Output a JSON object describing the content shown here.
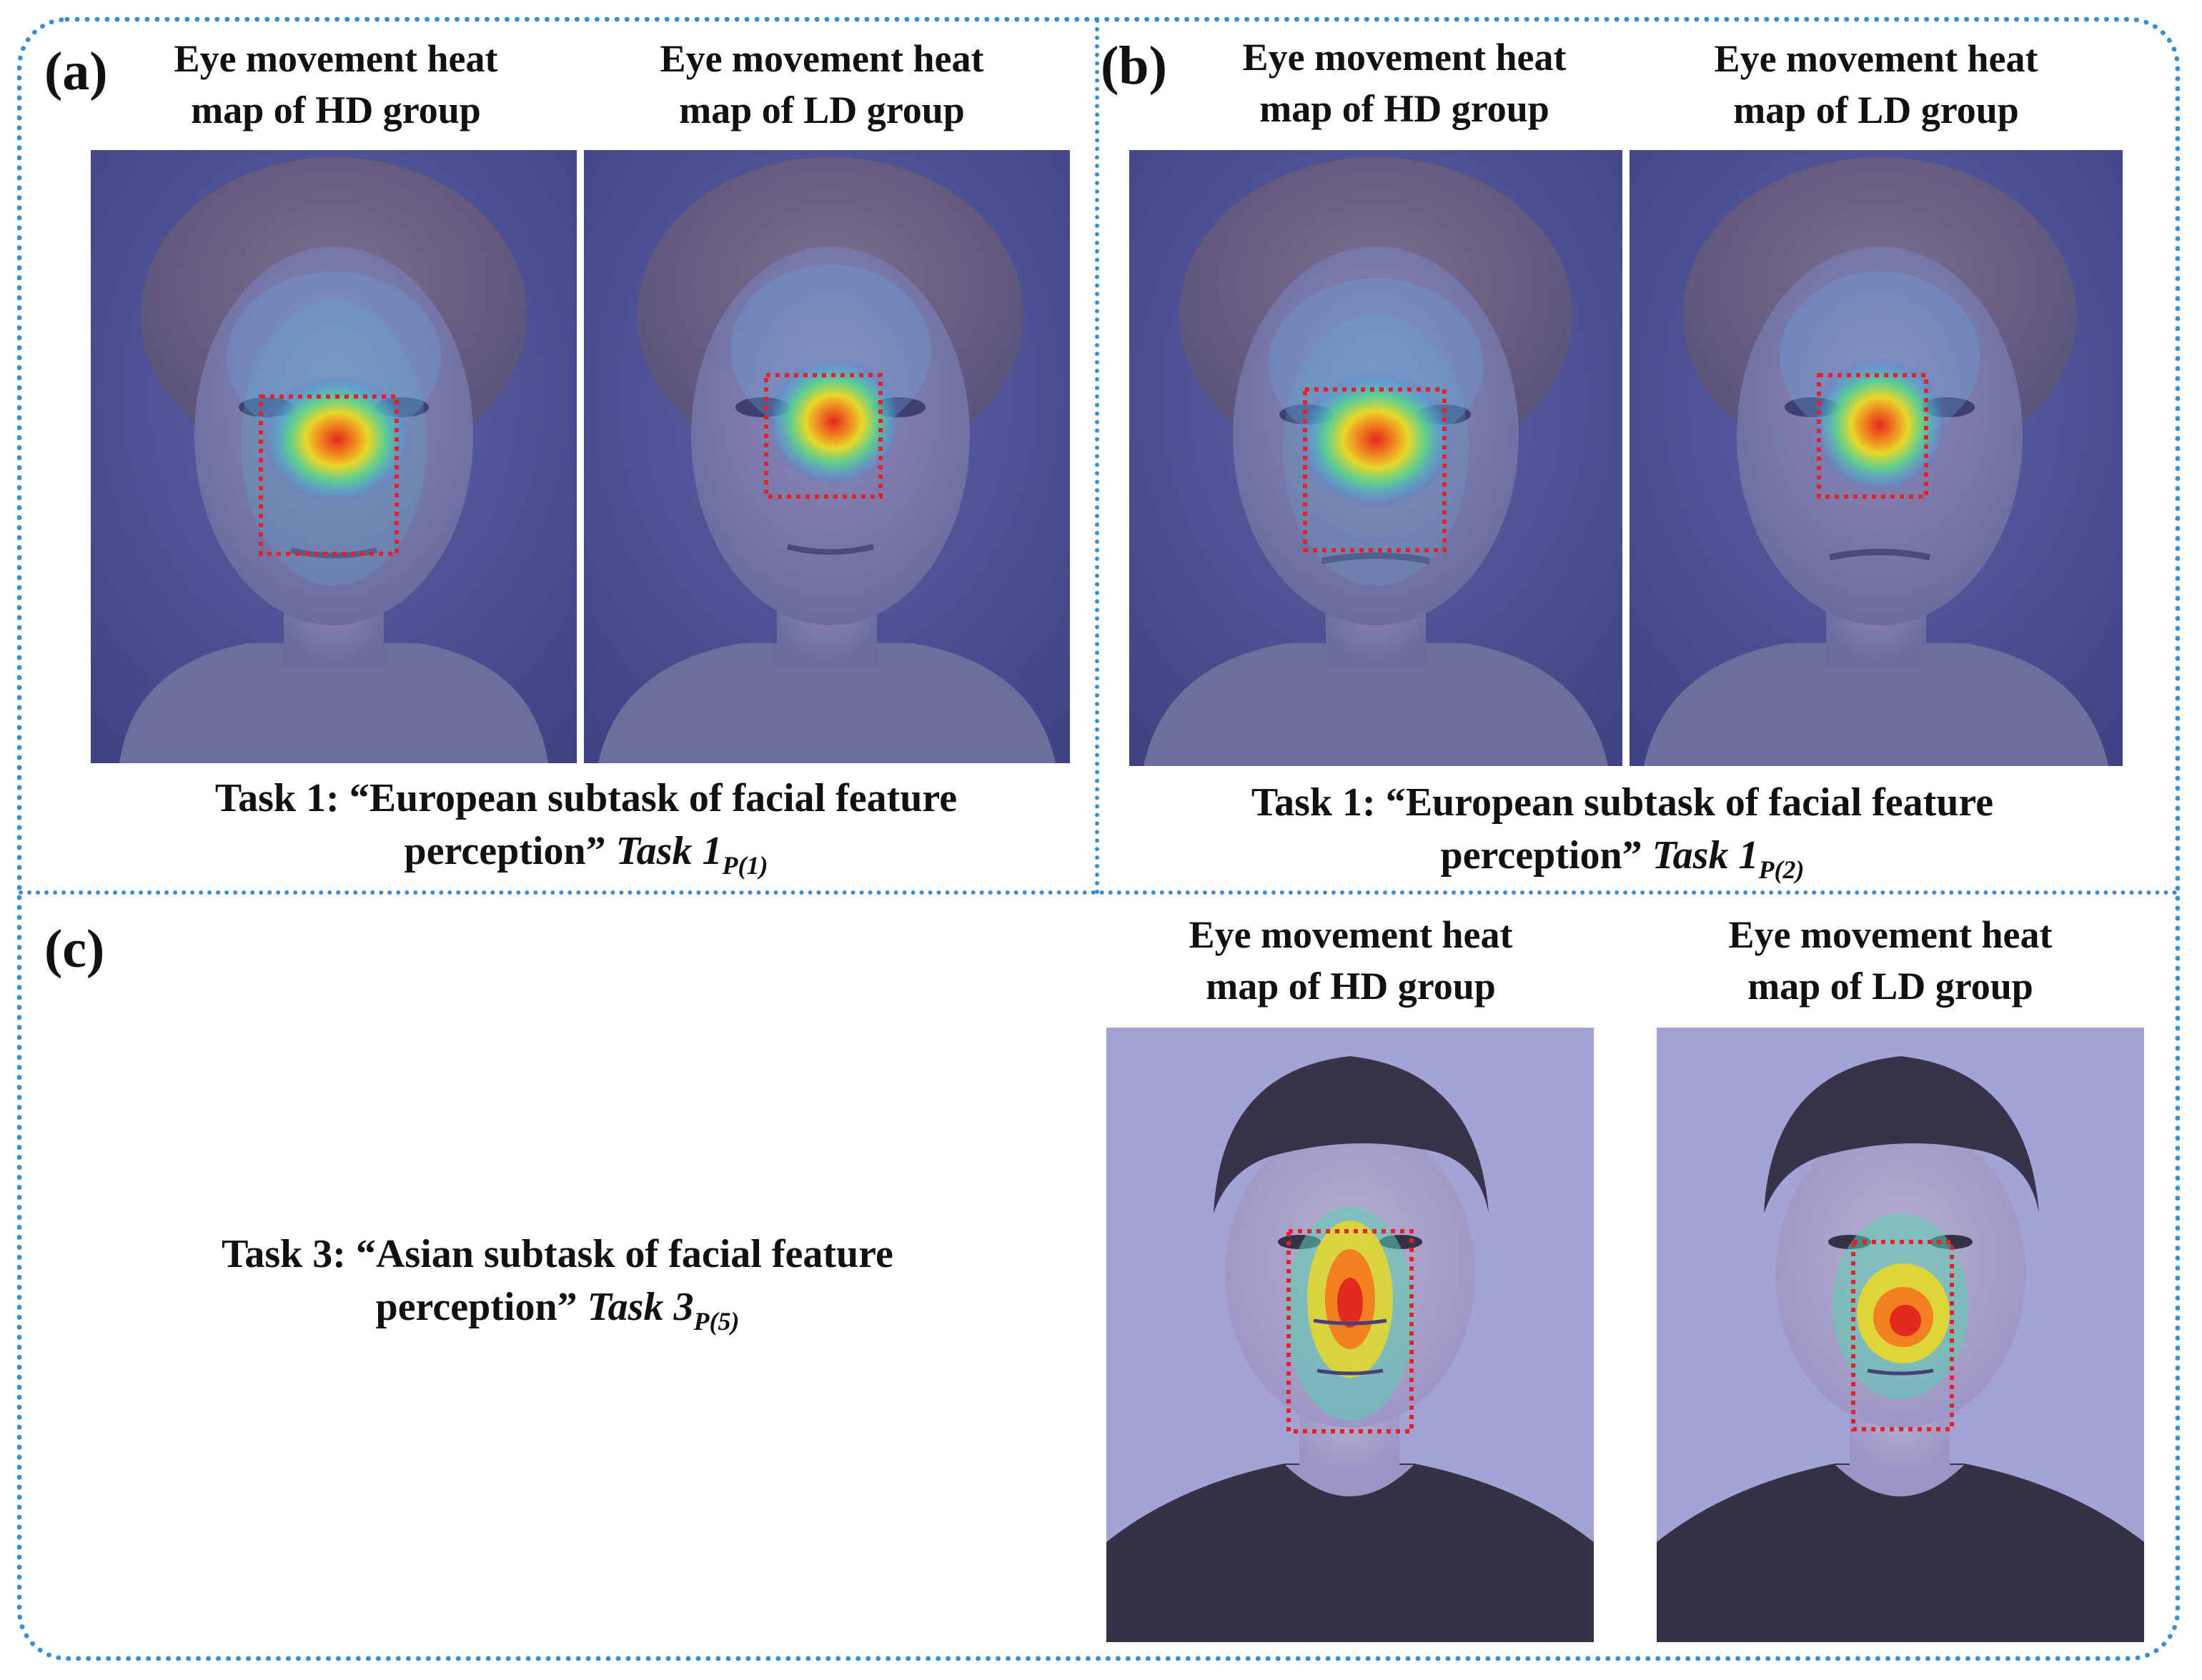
{
  "panels": {
    "a": {
      "label": "(a)",
      "hd_title": [
        "Eye movement heat",
        "map of HD group"
      ],
      "ld_title": [
        "Eye movement heat",
        "map of LD group"
      ],
      "caption_line1": "Task 1: “European subtask of facial feature",
      "caption_line2_text": "perception”",
      "caption_task": "Task 1",
      "caption_sub": "P(1)"
    },
    "b": {
      "label": "(b)",
      "hd_title": [
        "Eye movement heat",
        "map of HD group"
      ],
      "ld_title": [
        "Eye movement heat",
        "map of LD group"
      ],
      "caption_line1": "Task 1: “European subtask of facial feature",
      "caption_line2_text": "perception”",
      "caption_task": "Task 1",
      "caption_sub": "P(2)"
    },
    "c": {
      "label": "(c)",
      "hd_title": [
        "Eye movement heat",
        "map of HD group"
      ],
      "ld_title": [
        "Eye movement heat",
        "map of LD group"
      ],
      "caption_line1": "Task 3: “Asian subtask of facial feature",
      "caption_line2_text": "perception”",
      "caption_task": "Task 3",
      "caption_sub": "P(5)"
    }
  },
  "colors": {
    "frame_border": "#3a8fd0",
    "roi_box": "#e8202a",
    "euro_background": "#4a4f92",
    "asian_background": "#a3a3d6",
    "heat_hot": "#e8302a",
    "heat_warm": "#f2d02a",
    "heat_cool": "#40d8a0"
  }
}
